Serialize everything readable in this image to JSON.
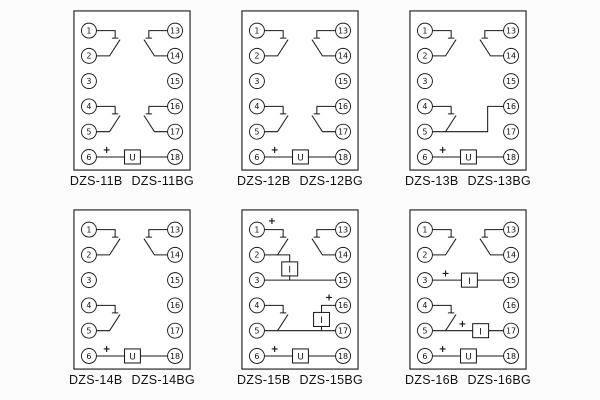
{
  "symbols": {
    "plus": "+"
  },
  "terminals": {
    "left": [
      "1",
      "2",
      "3",
      "4",
      "5",
      "6"
    ],
    "right": [
      "13",
      "14",
      "15",
      "16",
      "17",
      "18"
    ]
  },
  "diagrams": [
    {
      "labels": [
        "DZS-11B",
        "DZS-11BG"
      ],
      "coils": {
        "main": "U"
      }
    },
    {
      "labels": [
        "DZS-12B",
        "DZS-12BG"
      ],
      "coils": {
        "main": "U"
      }
    },
    {
      "labels": [
        "DZS-13B",
        "DZS-13BG"
      ],
      "coils": {
        "main": "U"
      }
    },
    {
      "labels": [
        "DZS-14B",
        "DZS-14BG"
      ],
      "coils": {
        "main": "U"
      }
    },
    {
      "labels": [
        "DZS-15B",
        "DZS-15BG"
      ],
      "coils": {
        "main": "U",
        "top": "I",
        "mid": "I"
      }
    },
    {
      "labels": [
        "DZS-16B",
        "DZS-16BG"
      ],
      "coils": {
        "main": "U",
        "row3": "I",
        "row5": "I"
      }
    }
  ]
}
